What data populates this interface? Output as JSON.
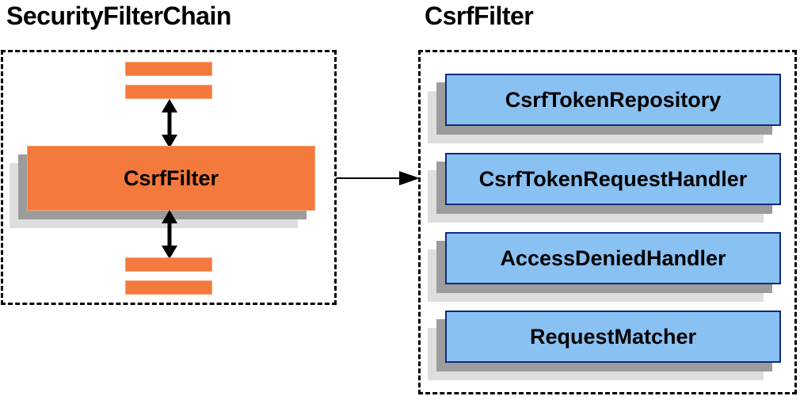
{
  "left_panel": {
    "title": "SecurityFilterChain",
    "node": "CsrfFilter"
  },
  "right_panel": {
    "title": "CsrfFilter",
    "components": [
      "CsrfTokenRepository",
      "CsrfTokenRequestHandler",
      "AccessDeniedHandler",
      "RequestMatcher"
    ]
  },
  "colors": {
    "orange": "#F4793C",
    "orange_border": "#F7A273",
    "blue": "#8AC1F3",
    "blue_border": "#0D2B7D",
    "shadow_dark": "#9C9C9C",
    "shadow_light": "#DEDEDE",
    "arrow": "#000000"
  }
}
